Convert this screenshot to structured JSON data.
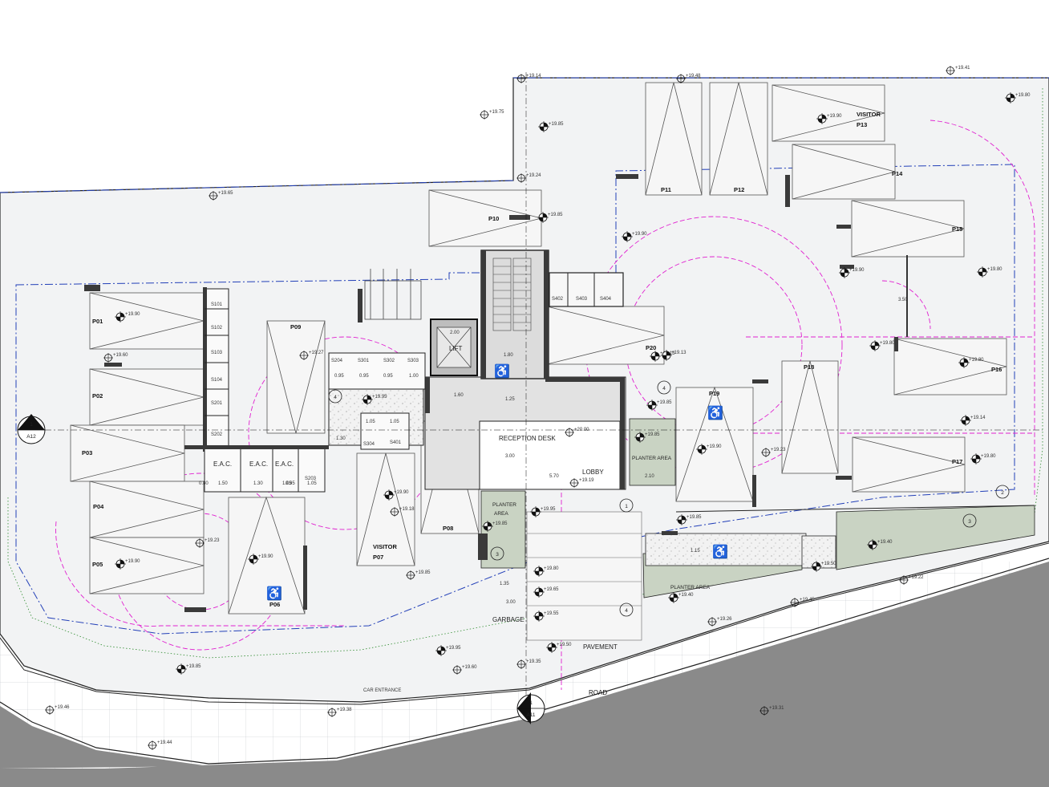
{
  "parking": [
    {
      "id": "P01",
      "value": "+19.90"
    },
    {
      "id": "P02",
      "value": ""
    },
    {
      "id": "P03",
      "value": ""
    },
    {
      "id": "P04",
      "value": ""
    },
    {
      "id": "P05",
      "value": "+19.90"
    },
    {
      "id": "P06",
      "value": "+19.90"
    },
    {
      "id": "P07",
      "value": "+19.90"
    },
    {
      "id": "P08",
      "value": ""
    },
    {
      "id": "P09",
      "value": ""
    },
    {
      "id": "P10",
      "value": "+19.85"
    },
    {
      "id": "P11",
      "value": ""
    },
    {
      "id": "P12",
      "value": ""
    },
    {
      "id": "P13",
      "value": "+19.90"
    },
    {
      "id": "P14",
      "value": ""
    },
    {
      "id": "P15",
      "value": ""
    },
    {
      "id": "P16",
      "value": "+19.80"
    },
    {
      "id": "P17",
      "value": "+19.80"
    },
    {
      "id": "P18",
      "value": ""
    },
    {
      "id": "P19",
      "value": "+19.90"
    },
    {
      "id": "P20",
      "value": "+19.13"
    }
  ],
  "labels": {
    "visitor": "VISITOR",
    "lift": "LIFT",
    "reception": "RECEPTION DESK",
    "lobby": "LOBBY",
    "planter": "PLANTER",
    "area": "AREA",
    "planter_area": "PLANTER AREA",
    "garbage": "GARBAGE",
    "pavement": "PAVEMENT",
    "road": "ROAD",
    "car_entrance": "CAR ENTRANCE",
    "eac": "E.A.C.",
    "section_a12_num": "1",
    "section_a12": "A12",
    "section_a11_num": "1",
    "section_a11": "A11"
  },
  "stores": [
    "S101",
    "S102",
    "S103",
    "S104",
    "S201",
    "S202",
    "S203",
    "S204",
    "S301",
    "S302",
    "S303",
    "S304",
    "S401",
    "S402",
    "S403",
    "S404"
  ],
  "dims": [
    "0.95",
    "0.95",
    "0.95",
    "1.00",
    "1.05",
    "1.05",
    "1.30",
    "1.60",
    "1.25",
    "2.00",
    "1.80",
    "3.00",
    "5.70",
    "2.10",
    "1.35",
    "3.00",
    "3.50",
    "0.80",
    "1.50",
    "1.30",
    "1.05",
    "1.05",
    "0.95",
    "1.15"
  ],
  "markers": [
    "1",
    "2",
    "3",
    "4"
  ],
  "levels": [
    "+19.14",
    "+19.48",
    "+19.41",
    "+19.75",
    "+19.85",
    "+19.80",
    "+19.24",
    "+19.65",
    "+19.90",
    "+19.60",
    "+19.27",
    "+19.95",
    "+19.80",
    "+19.13",
    "+19.14",
    "+19.80",
    "+20.00",
    "+19.19",
    "+19.85",
    "+19.95",
    "+19.18",
    "+19.85",
    "+19.85",
    "+19.23",
    "+19.85",
    "+19.40",
    "+19.50",
    "+19.22",
    "+19.45",
    "+19.26",
    "+19.80",
    "+19.65",
    "+19.55",
    "+19.50",
    "+19.35",
    "+19.60",
    "+19.95",
    "+19.85",
    "+19.38",
    "+19.46",
    "+19.44",
    "+19.31",
    "+19.40",
    "+19.90",
    "+19.23",
    "+19.85"
  ]
}
